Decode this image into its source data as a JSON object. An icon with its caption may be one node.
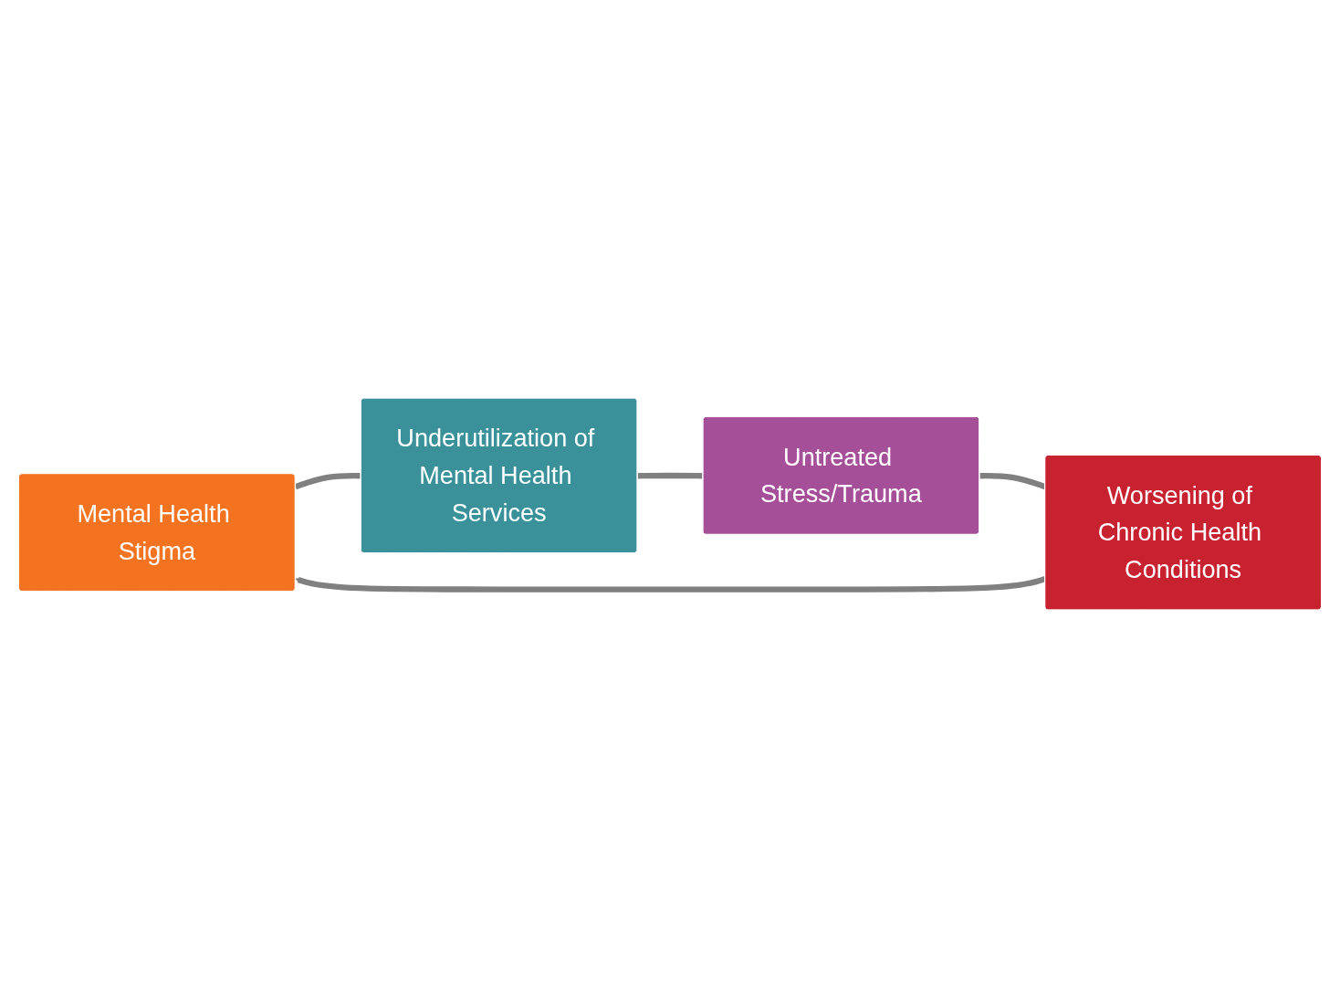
{
  "diagram": {
    "nodes": [
      {
        "text": [
          "Mental Health Stigma"
        ]
      },
      {
        "text": [
          "Underutilization of Mental Health Services"
        ]
      },
      {
        "text": [
          "Untreated Stress/Trauma"
        ]
      },
      {
        "text": [
          "Worsening of Chronic Health Conditions"
        ]
      }
    ],
    "edges": [
      {
        "from": 0,
        "to": 1,
        "arrow": "none"
      },
      {
        "from": 1,
        "to": 2,
        "arrow": "none"
      },
      {
        "from": 2,
        "to": 3,
        "arrow": "none"
      },
      {
        "from": 3,
        "to": 0,
        "arrow": "to"
      }
    ]
  }
}
